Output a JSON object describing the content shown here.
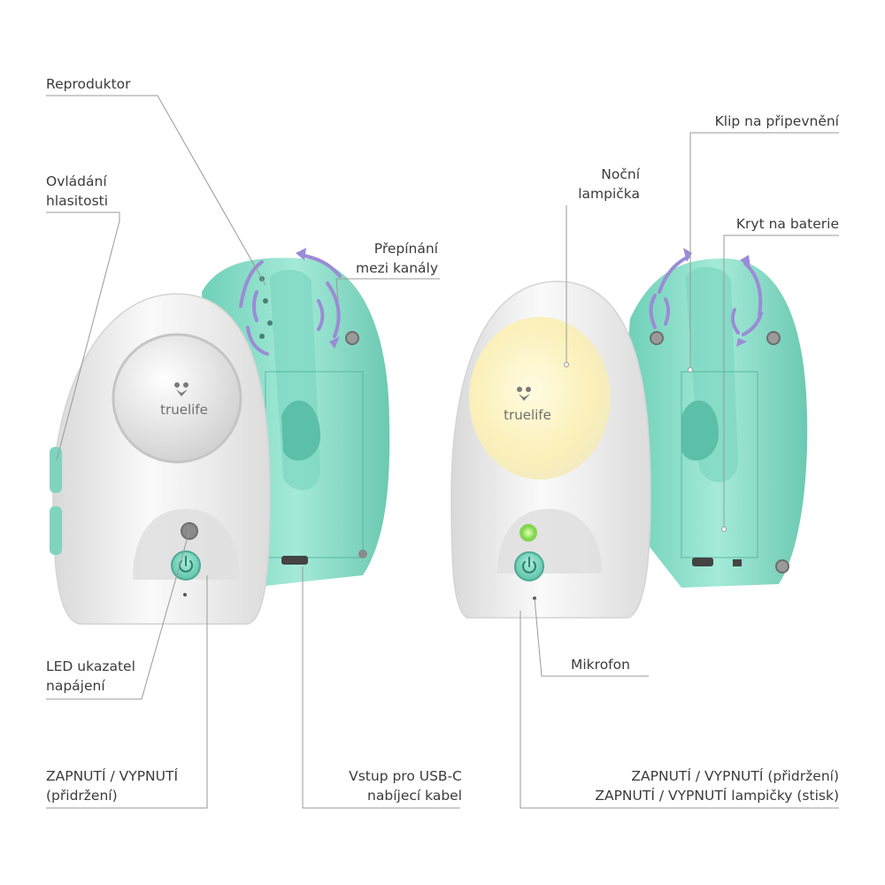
{
  "labels": {
    "reproduktor": "Reproduktor",
    "ovladani": [
      "Ovládání",
      "hlasitosti"
    ],
    "prepinani": [
      "Přepínání",
      "mezi kanály"
    ],
    "led": [
      "LED ukazatel",
      "napájení"
    ],
    "zapnuti_left": [
      "ZAPNUTÍ / VYPNUTÍ",
      "(přidržení)"
    ],
    "usb": [
      "Vstup pro USB-C",
      "nabíjecí kabel"
    ],
    "nocni": [
      "Noční",
      "lampička"
    ],
    "klip": "Klip na připevnění",
    "kryt": "Kryt na baterie",
    "mikrofon": "Mikrofon",
    "zapnuti_right": [
      "ZAPNUTÍ / VYPNUTÍ (přidržení)",
      "ZAPNUTÍ / VYPNUTÍ lampičky (stisk)"
    ]
  },
  "brand": "truelife",
  "colors": {
    "mint": "#8ee0cc",
    "mint_dark": "#5fc4ac",
    "shell": "#f2f2f2",
    "arrow": "#9b8bd6",
    "led_on": "#7de23a",
    "night_light": "#fdf6c8"
  },
  "icons": [
    "power-icon",
    "truelife-logo-icon",
    "rotate-arrow-icon"
  ]
}
